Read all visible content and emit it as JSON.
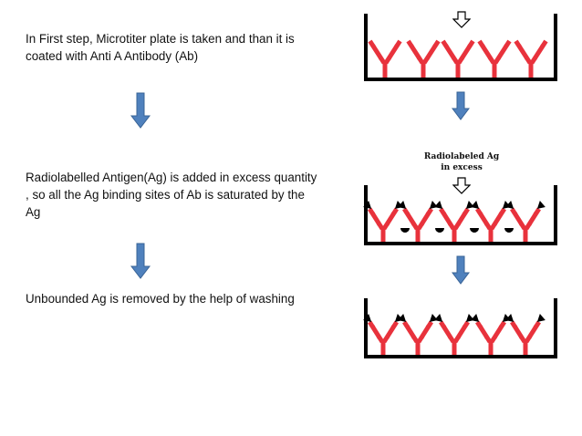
{
  "steps": [
    {
      "text": "In First step, Microtiter plate is taken and than it is coated with Anti A Antibody (Ab)"
    },
    {
      "text": "Radiolabelled Antigen(Ag) is added in excess quantity , so all the Ag binding sites of Ab is saturated by the Ag"
    },
    {
      "text": "Unbounded Ag is removed by the help of washing"
    }
  ],
  "diagram": {
    "label_line1": "Radiolabeled Ag",
    "label_line2": "in excess"
  },
  "colors": {
    "antibody": "#e8323c",
    "arrow_fill": "#4f81bd",
    "arrow_stroke": "#3a6496",
    "antigen": "#000000",
    "plate": "#000000"
  }
}
